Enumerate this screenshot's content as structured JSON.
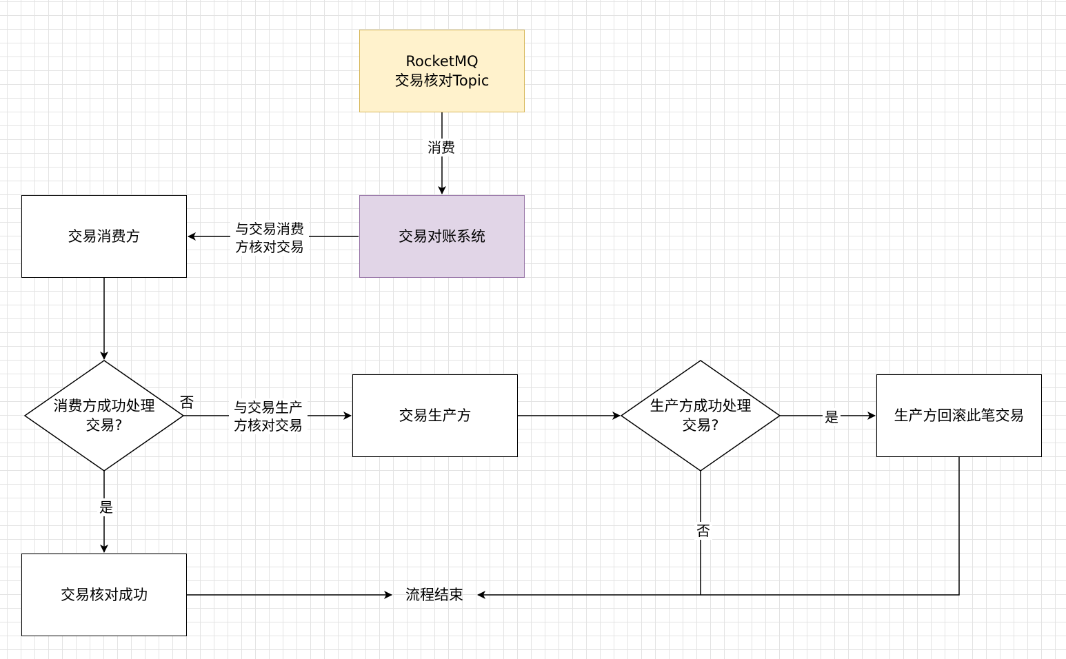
{
  "nodes": {
    "topic": "RocketMQ\n交易核对Topic",
    "recon_system": "交易对账系统",
    "consumer": "交易消费方",
    "consumer_decision": "消费方成功处理\n交易?",
    "producer": "交易生产方",
    "producer_decision": "生产方成功处理\n交易?",
    "rollback": "生产方回滚此笔交易",
    "check_success": "交易核对成功",
    "end": "流程结束"
  },
  "edge_labels": {
    "consume": "消费",
    "check_with_consumer": "与交易消费\n方核对交易",
    "no_consumer": "否",
    "check_with_producer": "与交易生产\n方核对交易",
    "yes_consumer": "是",
    "yes_producer": "是",
    "no_producer": "否"
  },
  "colors": {
    "topic_fill": "#fff2cc",
    "topic_stroke": "#d6b656",
    "recon_fill": "#e1d5e7",
    "recon_stroke": "#9673a6",
    "stroke": "#000000",
    "grid": "#e3e3e3"
  }
}
